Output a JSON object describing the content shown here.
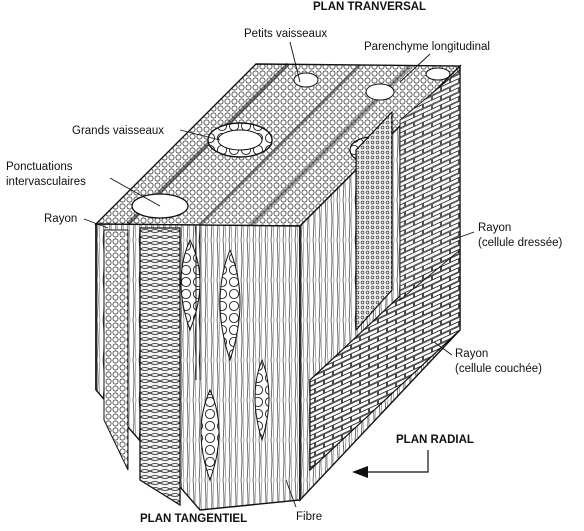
{
  "diagram": {
    "labels": {
      "plan_transversal": "PLAN TRANVERSAL",
      "petits_vaisseaux": "Petits vaisseaux",
      "parenchyme_longitudinal": "Parenchyme longitudinal",
      "grands_vaisseaux": "Grands vaisseaux",
      "ponctuations_line1": "Ponctuations",
      "ponctuations_line2": "intervasculaires",
      "rayon": "Rayon",
      "rayon_dressee_line1": "Rayon",
      "rayon_dressee_line2": "(cellule dressée)",
      "rayon_couchee_line1": "Rayon",
      "rayon_couchee_line2": "(cellule couchée)",
      "plan_radial": "PLAN RADIAL",
      "plan_tangentiel": "PLAN TANGENTIEL",
      "fibre": "Fibre"
    }
  }
}
